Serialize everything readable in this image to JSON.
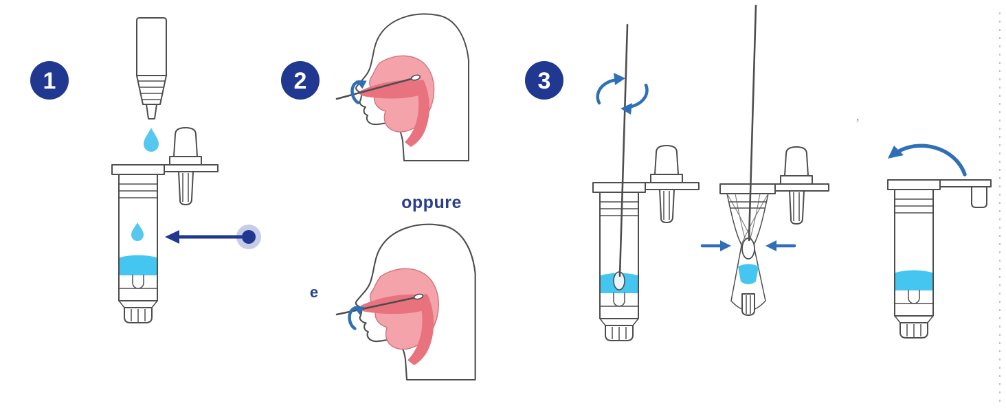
{
  "colors": {
    "badge_navy": "#20388f",
    "arrow_navy": "#20388f",
    "arrow_blue": "#2e6fb7",
    "liquid_cyan": "#45c6f0",
    "drop_cyan": "#56c8f0",
    "halo_lavender": "#c7cce9",
    "skin_pink": "#f4a3aa",
    "cavity_pink": "#e8737f",
    "line_gray": "#4d4d4d",
    "edge_dots_gray": "#c6c6c6",
    "background": "#ffffff"
  },
  "steps": [
    {
      "number": "1"
    },
    {
      "number": "2",
      "or_label": "oppure",
      "partial_label": "e"
    },
    {
      "number": "3"
    }
  ],
  "marks": {
    "stray_mark": "’"
  },
  "icons": [
    "dropper-bottle-icon",
    "liquid-drop-icon",
    "sample-tube-icon",
    "spare-cap-icon",
    "buffer-source-dot-icon",
    "left-arrow-icon",
    "nose-profile-illustration",
    "swab-rotation-arrow-icon",
    "stir-rotation-arrows-icon",
    "squeeze-arrows-icon",
    "cap-flip-arrow-icon",
    "page-edge-dotted-line"
  ]
}
